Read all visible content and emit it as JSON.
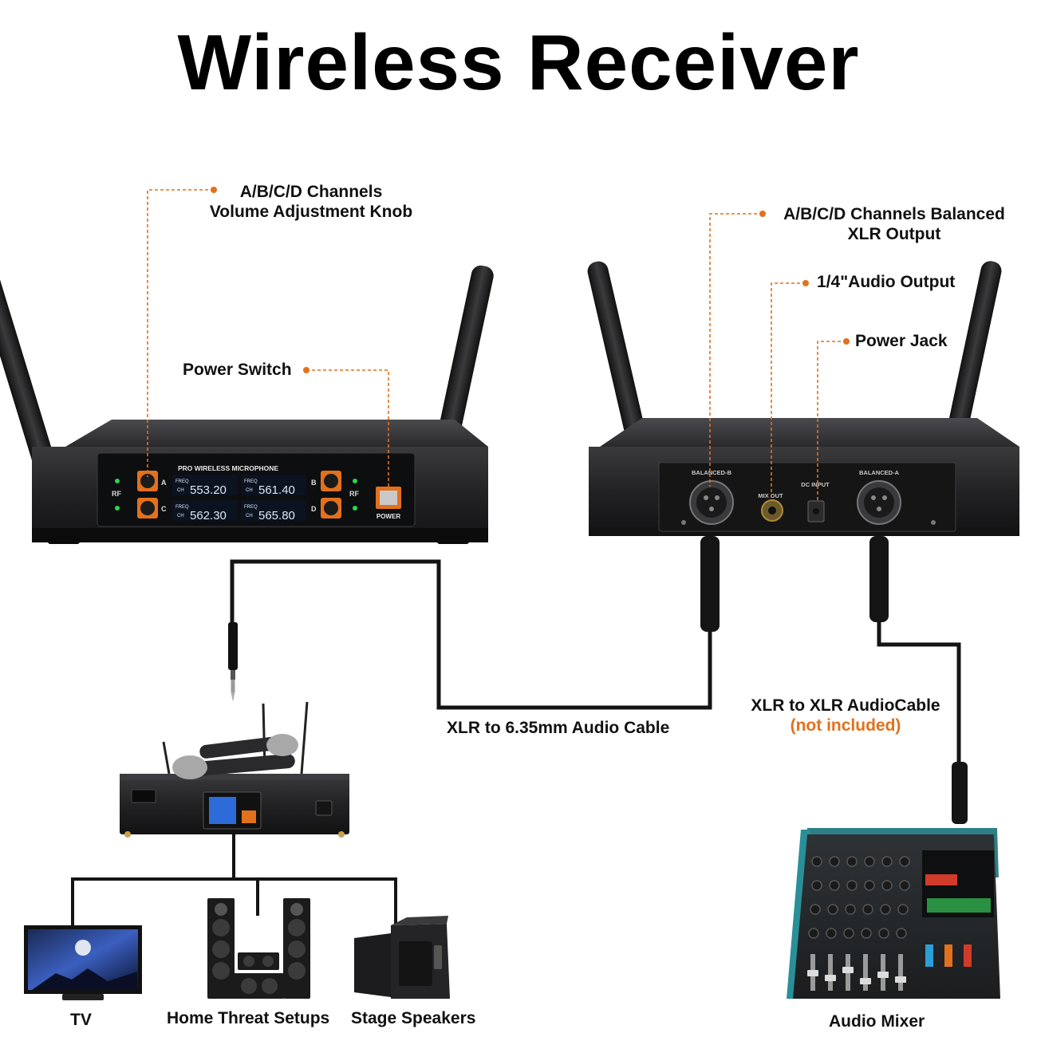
{
  "title": "Wireless Receiver",
  "front_panel": {
    "brand": "PRO WIRELESS MICROPHONE",
    "rf": "RF",
    "power": "POWER",
    "freq_word": "FREQ",
    "ch_word": "CH",
    "channels": [
      {
        "letter": "A",
        "freq": "553.20"
      },
      {
        "letter": "B",
        "freq": "561.40"
      },
      {
        "letter": "C",
        "freq": "562.30"
      },
      {
        "letter": "D",
        "freq": "565.80"
      }
    ]
  },
  "back_panel": {
    "balanced_b": "BALANCED-B",
    "mix_out": "MIX OUT",
    "dc_input": "DC INPUT",
    "balanced_a": "BALANCED-A"
  },
  "callouts": {
    "volume_knob_line1": "A/B/C/D Channels",
    "volume_knob_line2": "Volume Adjustment Knob",
    "power_switch": "Power Switch",
    "xlr_output_line1": "A/B/C/D Channels Balanced",
    "xlr_output_line2": "XLR Output",
    "audio_output": "1/4\"Audio Output",
    "power_jack": "Power Jack"
  },
  "cables": {
    "xlr_635": "XLR to 6.35mm Audio Cable",
    "xlr_xlr": "XLR to XLR AudioCable",
    "not_included": "(not included)"
  },
  "devices": {
    "tv": "TV",
    "home": "Home Threat Setups",
    "stage": "Stage Speakers",
    "mixer": "Audio Mixer"
  },
  "colors": {
    "accent": "#e2711d",
    "device_body": "#1c1c1e",
    "lcd": "#0b1220",
    "lcd_text": "#dfe7f2",
    "led": "#2bd44a"
  }
}
